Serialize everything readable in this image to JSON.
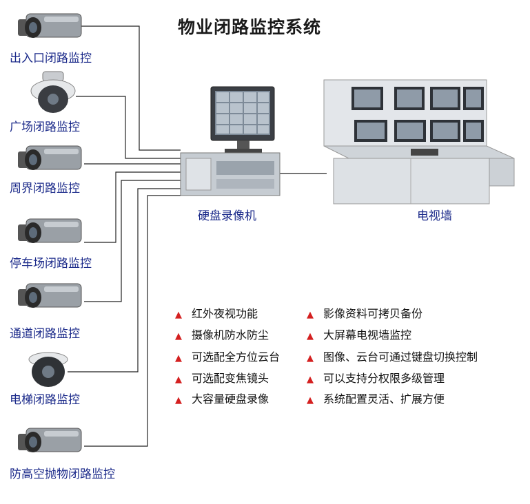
{
  "title": "物业闭路监控系统",
  "cameras": [
    {
      "label": "出入口闭路监控",
      "icon": "bullet-camera-icon"
    },
    {
      "label": "广场闭路监控",
      "icon": "dome-camera-icon"
    },
    {
      "label": "周界闭路监控",
      "icon": "bullet-camera-icon"
    },
    {
      "label": "停车场闭路监控",
      "icon": "bullet-camera-icon"
    },
    {
      "label": "通道闭路监控",
      "icon": "bullet-camera-icon"
    },
    {
      "label": "电梯闭路监控",
      "icon": "dome-camera-icon"
    },
    {
      "label": "防高空抛物闭路监控",
      "icon": "bullet-camera-icon"
    }
  ],
  "dvr": {
    "label": "硬盘录像机",
    "icon": "dvr-computer-icon"
  },
  "wall": {
    "label": "电视墙",
    "icon": "video-wall-console-icon"
  },
  "features_left": [
    "红外夜视功能",
    "摄像机防水防尘",
    "可选配全方位云台",
    "可选配变焦镜头",
    "大容量硬盘录像"
  ],
  "features_right": [
    "影像资料可拷贝备份",
    "大屏幕电视墙监控",
    "图像、云台可通过键盘切换控制",
    "可以支持分权限多级管理",
    "系统配置灵活、扩展方便"
  ],
  "colors": {
    "label": "#1b2a8a",
    "bullet": "#d42020",
    "wire": "#222222"
  }
}
